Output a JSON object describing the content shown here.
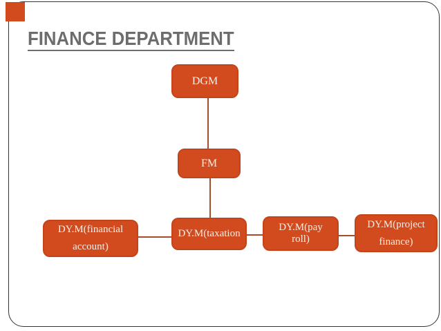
{
  "slide": {
    "title": "FINANCE DEPARTMENT",
    "theme": {
      "background": "#FFFFFF",
      "frame_border_color": "#333333",
      "corner_accent_color": "#D14B1F",
      "title_color": "#6D6D6D",
      "box_fill_color": "#D14B1F",
      "box_border_color": "#C4431A",
      "box_text_color": "#F7EFE6",
      "connector_color": "#A34E28"
    }
  },
  "org_chart": {
    "type": "org-tree",
    "nodes": [
      {
        "id": "dgm",
        "label": "DGM",
        "level": 1
      },
      {
        "id": "fm",
        "label": "FM",
        "level": 2
      },
      {
        "id": "financial",
        "label": "DY.M(financial account)",
        "level": 3
      },
      {
        "id": "taxation",
        "label": "DY.M(taxation",
        "level": 3
      },
      {
        "id": "payroll",
        "label": "DY.M(pay roll)",
        "level": 3
      },
      {
        "id": "project",
        "label": "DY.M(project finance)",
        "level": 3
      }
    ],
    "edges": [
      {
        "from": "dgm",
        "to": "fm"
      },
      {
        "from": "fm",
        "to": "taxation"
      },
      {
        "from": "financial",
        "to": "taxation"
      },
      {
        "from": "taxation",
        "to": "payroll"
      },
      {
        "from": "payroll",
        "to": "project"
      }
    ]
  }
}
